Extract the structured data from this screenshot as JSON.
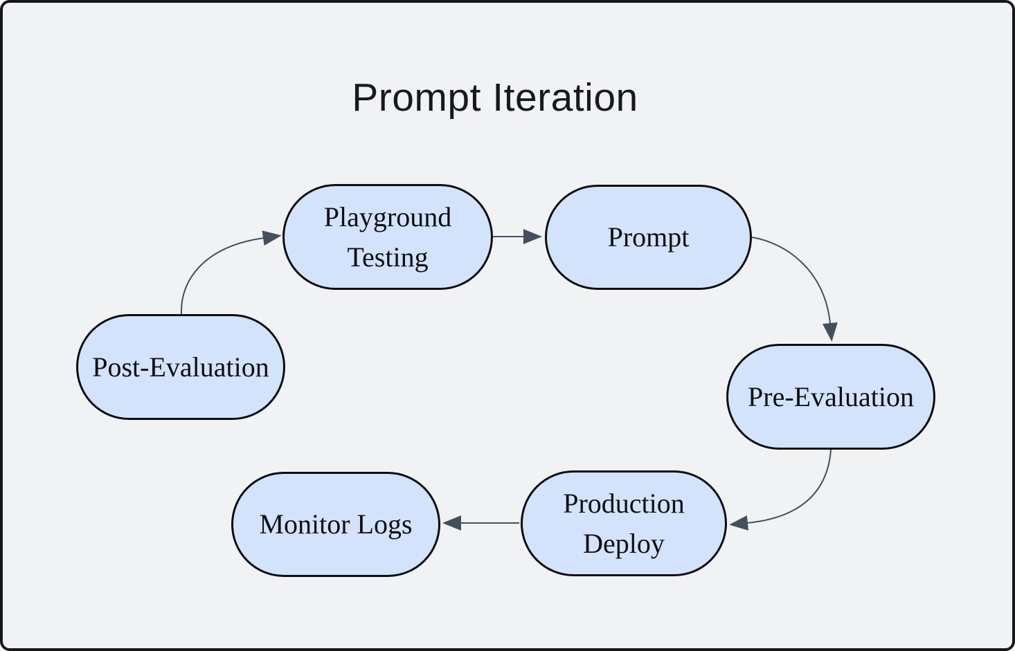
{
  "title": "Prompt Iteration",
  "colors": {
    "canvas_background": "#f1f2f4",
    "canvas_border": "#14161a",
    "node_fill": "#d3e3fb",
    "node_border": "#0c0d0f",
    "node_text": "#0e0f11",
    "edge": "#454e5c",
    "title_text": "#17191c"
  },
  "nodes": [
    {
      "id": "post-evaluation",
      "label": "Post-Evaluation",
      "lines": [
        "Post-Evaluation"
      ]
    },
    {
      "id": "playground-testing",
      "label": "Playground Testing",
      "lines": [
        "Playground",
        "Testing"
      ]
    },
    {
      "id": "prompt",
      "label": "Prompt",
      "lines": [
        "Prompt"
      ]
    },
    {
      "id": "pre-evaluation",
      "label": "Pre-Evaluation",
      "lines": [
        "Pre-Evaluation"
      ]
    },
    {
      "id": "production-deploy",
      "label": "Production Deploy",
      "lines": [
        "Production",
        "Deploy"
      ]
    },
    {
      "id": "monitor-logs",
      "label": "Monitor Logs",
      "lines": [
        "Monitor Logs"
      ]
    }
  ],
  "edges": [
    {
      "from": "Post-Evaluation",
      "to": "Playground Testing"
    },
    {
      "from": "Playground Testing",
      "to": "Prompt"
    },
    {
      "from": "Prompt",
      "to": "Pre-Evaluation"
    },
    {
      "from": "Pre-Evaluation",
      "to": "Production Deploy"
    },
    {
      "from": "Production Deploy",
      "to": "Monitor Logs"
    }
  ]
}
